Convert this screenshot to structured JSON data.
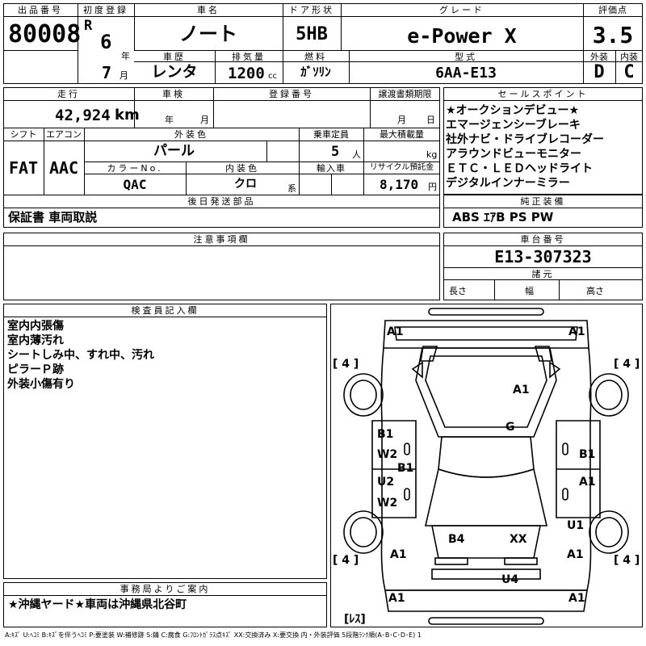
{
  "header": {
    "lot_no_label": "出品番号",
    "lot_no": "80008",
    "first_reg_label": "初度登録",
    "era": "R",
    "reg_year": "6",
    "year_unit": "年",
    "reg_month": "7",
    "month_unit": "月",
    "car_name_label": "車名",
    "car_name": "ノート",
    "door_label": "ドア形状",
    "door": "5HB",
    "grade_label": "グレード",
    "grade": "e-Power X",
    "score_label": "評価点",
    "score": "3.5",
    "history_label": "車歴",
    "history": "レンタ",
    "displacement_label": "排気量",
    "displacement": "1200",
    "cc_unit": "cc",
    "fuel_label": "燃料",
    "fuel": "ｶﾞｿﾘﾝ",
    "model_label": "型式",
    "model": "6AA-E13",
    "exterior_label": "外装",
    "exterior_score": "D",
    "interior_label": "内装",
    "interior_score": "C"
  },
  "row2": {
    "mileage_label": "走行",
    "mileage": "42,924",
    "km_unit": "km",
    "inspection_label": "車検",
    "year_unit": "年",
    "month_unit": "月",
    "reg_no_label": "登録番号",
    "transfer_label": "譲渡書類期限",
    "day_unit": "日"
  },
  "row3": {
    "shift_label": "シフト",
    "shift": "FAT",
    "ac_label": "エアコン",
    "ac": "AAC",
    "color_label": "外装色",
    "color": "パール",
    "capacity_label": "乗車定員",
    "capacity": "5",
    "person_unit": "人",
    "load_label": "最大積載量",
    "kg_unit": "kg",
    "color_no_label": "カラーNo.",
    "color_no": "QAC",
    "int_color_label": "内装色",
    "int_color": "クロ",
    "series_unit": "系",
    "import_label": "輸入車",
    "recycle_label": "リサイクル預託金",
    "recycle": "8,170",
    "yen_unit": "円"
  },
  "later_parts": {
    "label": "後日発送部品",
    "value": "保証書 車両取説"
  },
  "sales_points": {
    "label": "セールスポイント",
    "items": [
      "★オークションデビュー★",
      "エマージェンシーブレーキ",
      "社外ナビ・ドライブレコーダー",
      "アラウンドビューモニター",
      "ＥＴＣ・ＬＥＤヘッドライト",
      "デジタルインナーミラー"
    ]
  },
  "equipment": {
    "label": "純正装備",
    "value": "ABS ｴｱB PS PW"
  },
  "notes": {
    "label": "注意事項欄"
  },
  "chassis": {
    "label": "車台番号",
    "value": "E13-307323",
    "spec_label": "諸元",
    "length_label": "長さ",
    "width_label": "幅",
    "height_label": "高さ"
  },
  "inspector": {
    "label": "検査員記入欄",
    "lines": [
      "室内内張傷",
      "室内薄汚れ",
      "シートしみ中、すれ中、汚れ",
      "ピラーＰ跡",
      "外装小傷有り"
    ]
  },
  "office": {
    "label": "事務局よりご案内",
    "value": "★沖縄ヤード★車両は沖縄県北谷町"
  },
  "diagram": {
    "tire_marks": [
      "[ 4 ]",
      "[ 4 ]",
      "[ 4 ]",
      "[ 4 ]"
    ],
    "spare_tire": "[ﾚｽ]",
    "marks": [
      "A1",
      "A1",
      "A1",
      "G",
      "B1",
      "W2",
      "B1",
      "U2",
      "W2",
      "B1",
      "A1",
      "U1",
      "B4",
      "XX",
      "A1",
      "A1",
      "U4",
      "A1",
      "A1"
    ]
  },
  "legend": "A:ｷｽﾞ U:ﾍｺﾐ B:ｷｽﾞを伴うﾍｺﾐ P:要塗装 W:補修跡 S:錆 C:腐食 G:ﾌﾛﾝﾄｶﾞﾗｽ点ｷｽﾞ XX:交換済み X:要交換 内・外装評価 5段階ﾗﾝｸ順(A･B･C･D･E) 1"
}
